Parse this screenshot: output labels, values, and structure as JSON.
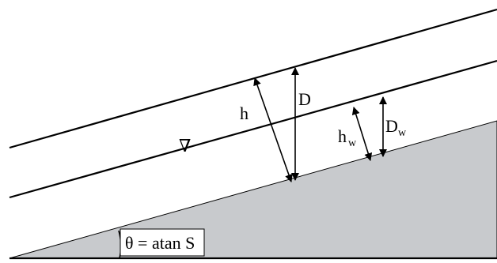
{
  "labels": {
    "h": "h",
    "D": "D",
    "hw_main": "h",
    "hw_sub": "w",
    "Dw_main": "D",
    "Dw_sub": "w",
    "water_symbol": "∇",
    "angle": "θ = atan S"
  },
  "colors": {
    "bed_fill": "#c8cacd",
    "line": "#000000",
    "background": "#ffffff"
  }
}
